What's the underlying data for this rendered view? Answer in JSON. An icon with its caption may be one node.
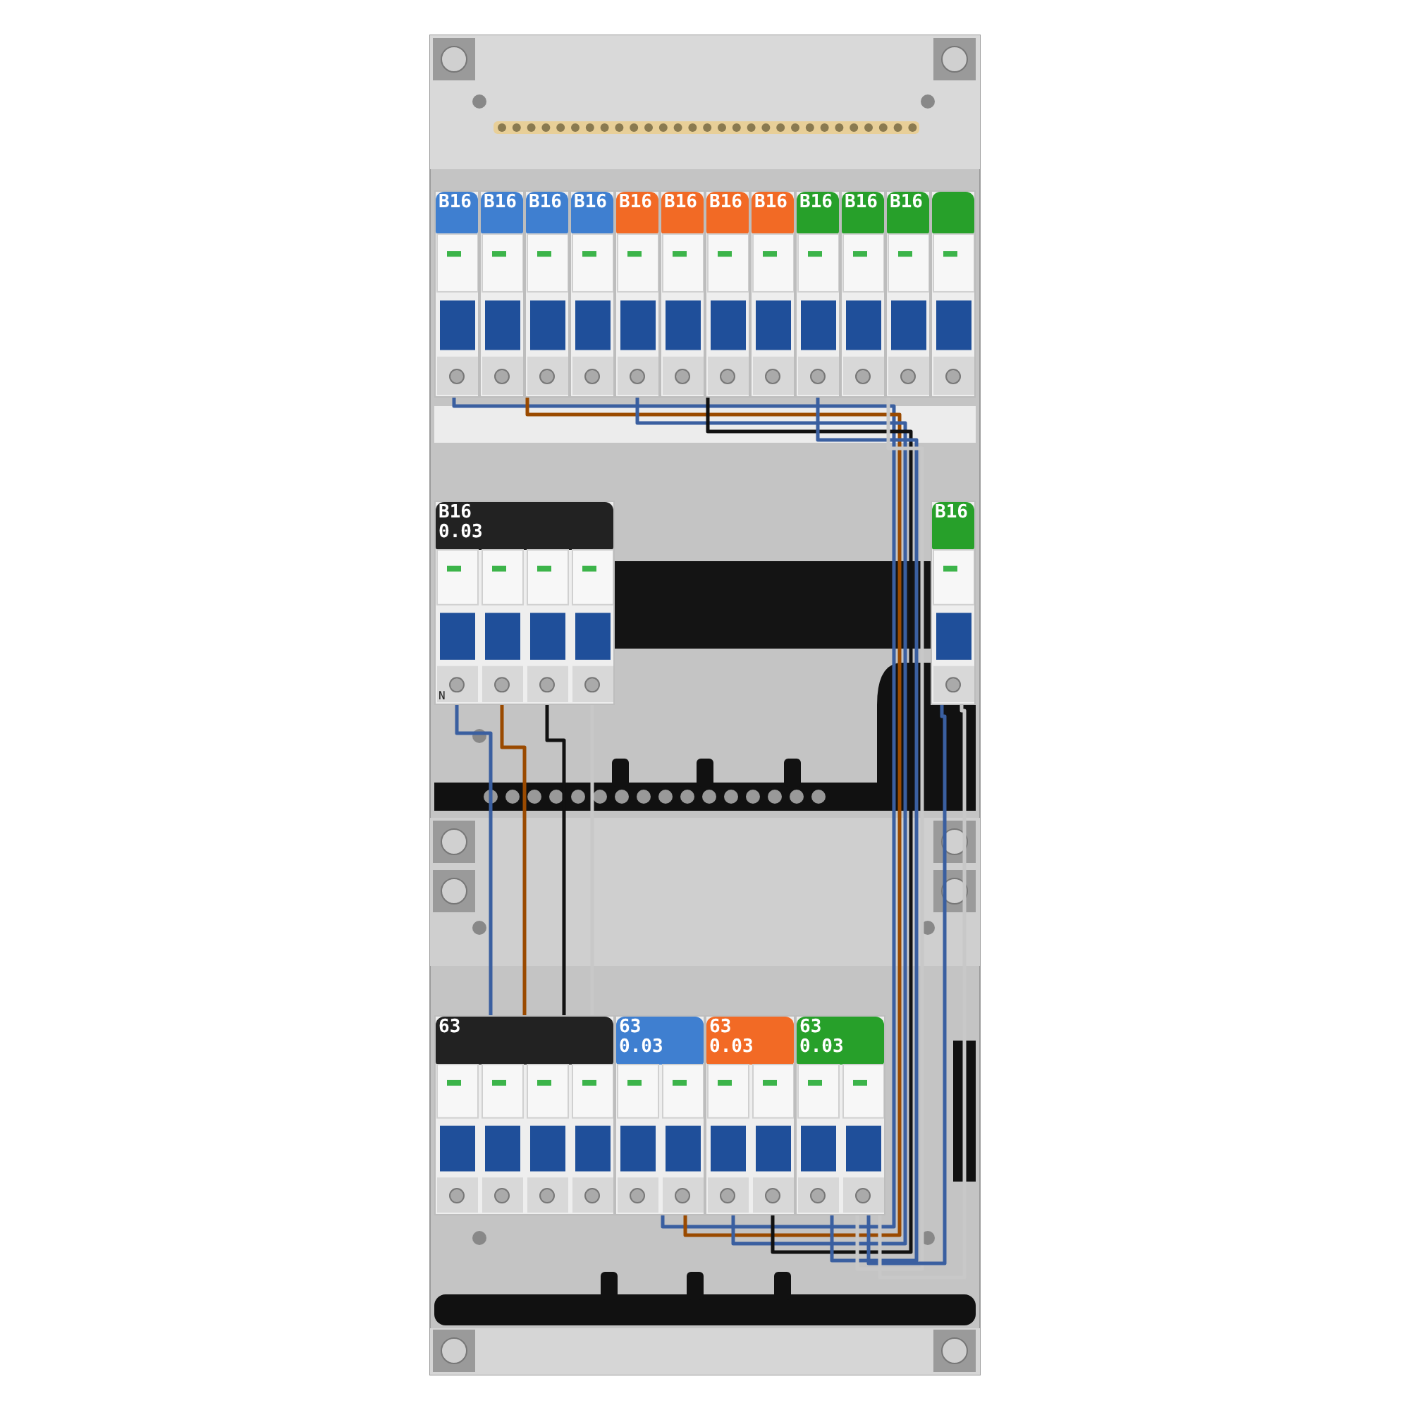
{
  "diagram": {
    "nodes": [
      {
        "text": [
          "B16"
        ]
      },
      {
        "text": [
          "B16"
        ]
      },
      {
        "text": [
          "B16"
        ]
      },
      {
        "text": [
          "B16"
        ]
      },
      {
        "text": [
          "B16"
        ]
      },
      {
        "text": [
          "B16"
        ]
      },
      {
        "text": [
          "B16"
        ]
      },
      {
        "text": [
          "B16"
        ]
      },
      {
        "text": [
          "B16"
        ]
      },
      {
        "text": [
          "B16"
        ]
      },
      {
        "text": [
          "B16"
        ]
      },
      {
        "text": [],
        "shape": "box"
      },
      {
        "text": [
          "B16 0.03"
        ]
      },
      {
        "text": [
          "B16"
        ]
      },
      {
        "text": [
          "63"
        ]
      },
      {
        "text": [
          "63 0.03"
        ]
      },
      {
        "text": [
          "63 0.03"
        ]
      },
      {
        "text": [
          "63 0.03"
        ]
      }
    ],
    "edges": [
      {
        "from": 0,
        "to": 15,
        "arrow": "none"
      },
      {
        "from": 1,
        "to": 15,
        "arrow": "none",
        "color": "#9a4a00"
      },
      {
        "from": 4,
        "to": 16,
        "arrow": "none"
      },
      {
        "from": 5,
        "to": 16,
        "arrow": "none",
        "color": "#111111"
      },
      {
        "from": 8,
        "to": 17,
        "arrow": "none"
      },
      {
        "from": 9,
        "to": 17,
        "arrow": "none",
        "color": "#c8c8c8"
      },
      {
        "from": 13,
        "to": 17,
        "arrow": "none"
      },
      {
        "from": 13,
        "to": 17,
        "arrow": "none",
        "color": "#c8c8c8"
      },
      {
        "from": 12,
        "to": 14,
        "arrow": "none"
      },
      {
        "from": 12,
        "to": 14,
        "arrow": "none",
        "color": "#9a4a00"
      },
      {
        "from": 12,
        "to": 14,
        "arrow": "none",
        "color": "#111111"
      },
      {
        "from": 12,
        "to": 14,
        "arrow": "none",
        "color": "#c8c8c8"
      }
    ],
    "labels": [
      "N"
    ]
  }
}
